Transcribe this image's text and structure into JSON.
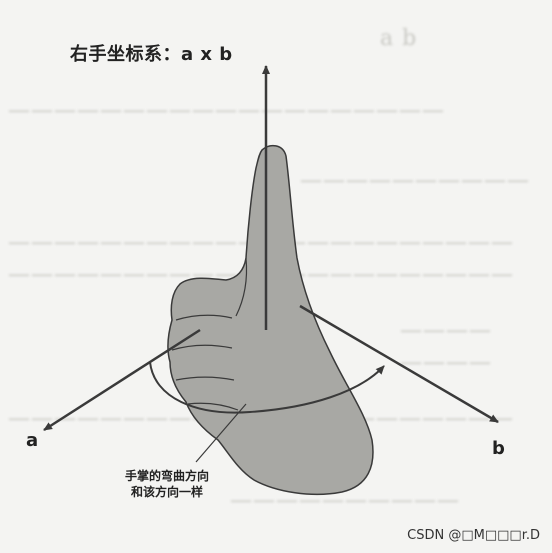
{
  "title": "右手坐标系：a x b",
  "axes": {
    "a_label": "a",
    "b_label": "b"
  },
  "caption": {
    "line1": "手掌的弯曲方向",
    "line2": "和该方向一样"
  },
  "watermark": "CSDN @□M□□□r.D",
  "colors": {
    "hand_fill": "#a8a8a4",
    "outline": "#3a3a3a",
    "arrow": "#3a3a3a",
    "background": "#f4f4f2"
  }
}
